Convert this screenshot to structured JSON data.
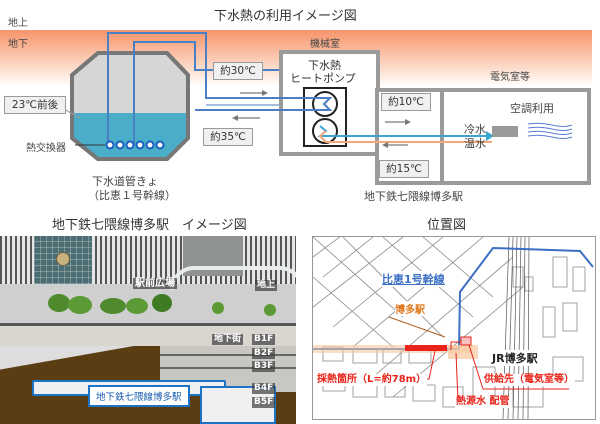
{
  "top_diagram": {
    "title": "下水熱の利用イメージ図",
    "ground_above": "地上",
    "ground_below": "地下",
    "machine_room": "機械室",
    "electrical_room": "電気室等",
    "sewer_temp": "23℃前後",
    "heat_exchanger": "熱交換器",
    "sewer_label_line1": "下水道管きょ",
    "sewer_label_line2": "（比恵１号幹線）",
    "heat_pump_line1": "下水熱",
    "heat_pump_line2": "ヒートポンプ",
    "temp_to_pump": "約30℃",
    "temp_from_pump": "約35℃",
    "temp_cold_out": "約10℃",
    "temp_return": "約15℃",
    "aircon_use": "空調利用",
    "cold_water": "冷水",
    "hot_water": "温水",
    "station_label": "地下鉄七隈線博多駅",
    "colors": {
      "ground_gradient_top": "#f7946a",
      "ground_gradient_bottom": "#ffffff",
      "sewer_water": "#4aaec8",
      "sewer_air": "#d6d6d6",
      "sewer_wall": "#777777",
      "pipe_blue": "#4a7fc4",
      "cold_pipe": "#3aa6cf",
      "hot_pipe": "#f4a878",
      "box_border": "#9a9a9a"
    }
  },
  "station_image": {
    "title": "地下鉄七隈線博多駅　イメージ図",
    "plaza": "駅前広場",
    "ground": "地上",
    "underground_mall": "地下街",
    "floors": [
      "B1F",
      "B2F",
      "B3F",
      "B4F",
      "B5F"
    ],
    "station_box": "地下鉄七隈線博多駅"
  },
  "location_map": {
    "title": "位置図",
    "trunk_line": "比恵1号幹線",
    "hakata_station": "博多駅",
    "jr_station": "JR博多駅",
    "heat_collection": "採熱箇所（L=約78m）",
    "supply_destination": "供給先（電気室等）",
    "heat_source_pipe": "熱源水 配管"
  }
}
